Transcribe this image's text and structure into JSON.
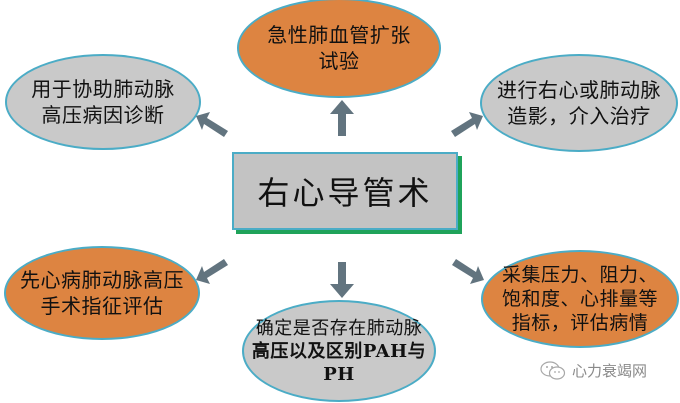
{
  "diagram": {
    "center": {
      "label": "右心导管术"
    },
    "nodes": [
      {
        "id": "top",
        "lines": [
          "急性肺血管扩张",
          "试验"
        ],
        "color": "#dd8441"
      },
      {
        "id": "top-left",
        "lines": [
          "用于协助肺动脉",
          "高压病因诊断"
        ],
        "color": "#c9c9c9"
      },
      {
        "id": "top-right",
        "lines": [
          "进行右心或肺动脉",
          "造影，介入治疗"
        ],
        "color": "#c9c9c9"
      },
      {
        "id": "bottom-left",
        "lines": [
          "先心病肺动脉高压",
          "手术指征评估"
        ],
        "color": "#dd8441"
      },
      {
        "id": "bottom-center",
        "lines": [
          "确定是否存在肺动脉",
          "高压以及区别PAH与",
          "PH"
        ],
        "color": "#c9c9c9"
      },
      {
        "id": "bottom-right",
        "lines": [
          "采集压力、阻力、",
          "饱和度、心排量等",
          "指标，评估病情"
        ],
        "color": "#dd8441"
      }
    ],
    "colors": {
      "orange": "#dd8441",
      "gray": "#c9c9c9",
      "outline": "#4bacc6",
      "arrow": "#62747f",
      "center_shadow": "#1fa35a"
    }
  },
  "watermark": {
    "icon": "wechat-icon",
    "text": "心力衰竭网"
  }
}
